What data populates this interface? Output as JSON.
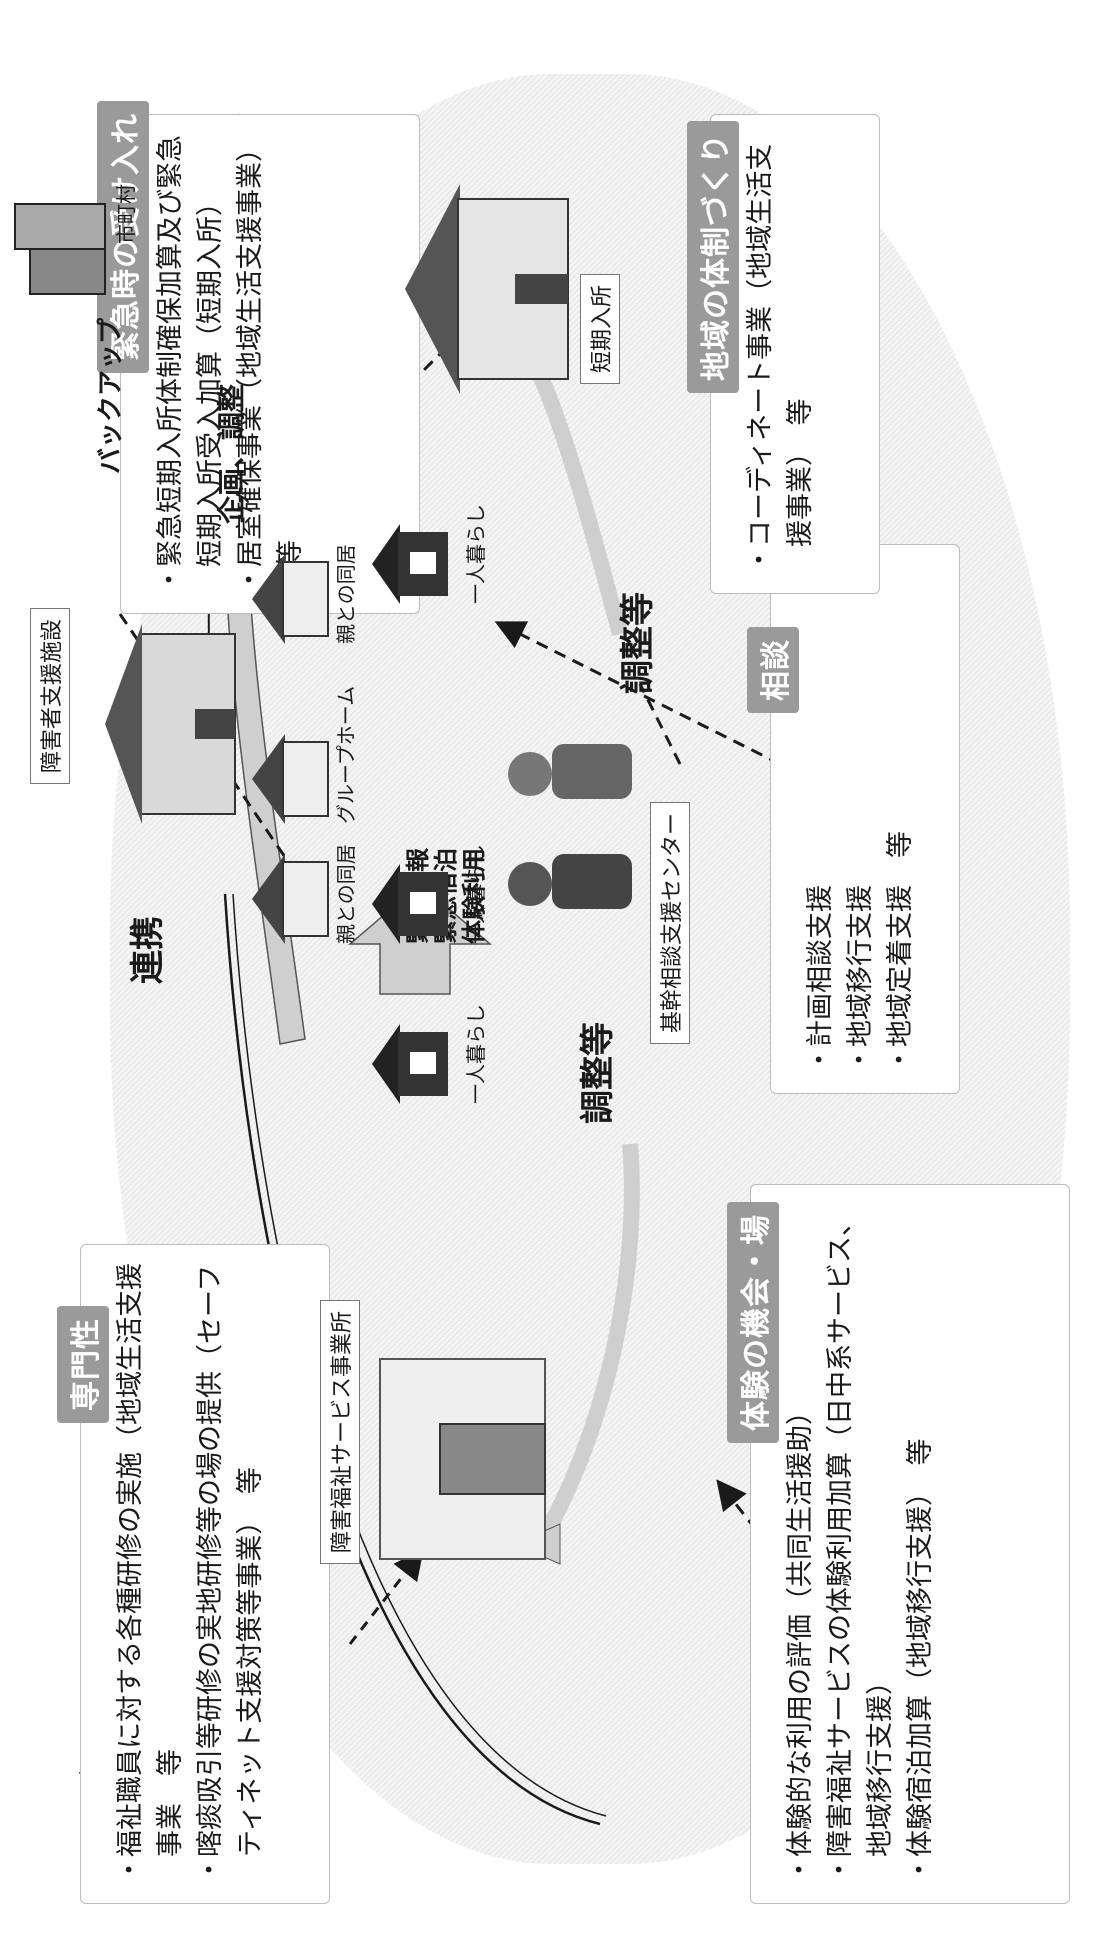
{
  "boxes": {
    "senmonsei": {
      "title": "専門性",
      "items": [
        "福祉職員に対する各種研修の実施（地域生活支援事業　等",
        "喀痰吸引等研修の実地研修等の場の提供（セーフティネット支援対策等事業）　等"
      ]
    },
    "taiken": {
      "title": "体験の機会・場",
      "items": [
        "体験的な利用の評価（共同生活援助）",
        "障害福祉サービスの体験利用加算（日中系サービス、地域移行支援）",
        "体験宿泊加算（地域移行支援）　等"
      ]
    },
    "soudan": {
      "title": "相談",
      "items": [
        "計画相談支援",
        "地域移行支援",
        "地域定着支援　等"
      ]
    },
    "kinkyu": {
      "title": "緊急時の受け入れ",
      "items": [
        "緊急短期入所体制確保加算及び緊急短期入所受入加算（短期入所）",
        "居室確保事業（地域生活支援事業）　等"
      ]
    },
    "chiiki": {
      "title": "地域の体制づくり",
      "items": [
        "コーディネート事業（地域生活支援事業）　等"
      ]
    }
  },
  "facilities": {
    "shien_shisetsu": "障害者支援施設",
    "service_jigyosho": "障害福祉サービス事業所",
    "kikan_center": "基幹相談支援センター",
    "tanki_nyusho": "短期入所",
    "shichoson": "市町村"
  },
  "residences": {
    "hitorigurashi": "一人暮らし",
    "oya_doukyo": "親との同居",
    "group_home": "グループホーム"
  },
  "arrows": {
    "renkei": "連携",
    "kikaku": "企画、調整",
    "backup": "バックアップ",
    "chousei_a": "調整等",
    "chousei_b": "調整等",
    "center_items": [
      "緊急通報",
      "緊急宿泊",
      "体験利用"
    ]
  },
  "colors": {
    "tag_bg": "#9a9a9a",
    "arrow_fill": "#cfcfcf",
    "line": "#1a1a1a"
  }
}
